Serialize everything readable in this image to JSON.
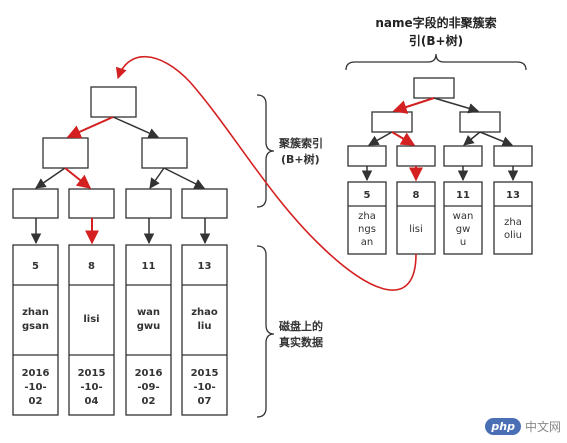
{
  "right_title": [
    "name字段的非聚簇索",
    "引(B+树)"
  ],
  "clustered_label": [
    "聚簇索引",
    "(B+树)"
  ],
  "disk_label": [
    "磁盘上的",
    "真实数据"
  ],
  "left_rows": [
    {
      "id": "5",
      "name": [
        "zhan",
        "gsan"
      ],
      "date": [
        "2016",
        "-10-",
        "02"
      ]
    },
    {
      "id": "8",
      "name": [
        "lisi"
      ],
      "date": [
        "2015",
        "-10-",
        "04"
      ]
    },
    {
      "id": "11",
      "name": [
        "wan",
        "gwu"
      ],
      "date": [
        "2016",
        "-09-",
        "02"
      ]
    },
    {
      "id": "13",
      "name": [
        "zhao",
        "liu"
      ],
      "date": [
        "2015",
        "-10-",
        "07"
      ]
    }
  ],
  "right_rows": [
    {
      "id": "5",
      "name": [
        "zha",
        "ngs",
        "an"
      ]
    },
    {
      "id": "8",
      "name": [
        "lisi"
      ]
    },
    {
      "id": "11",
      "name": [
        "wan",
        "gw",
        "u"
      ]
    },
    {
      "id": "13",
      "name": [
        "zha",
        "oliu"
      ]
    }
  ],
  "watermark": {
    "logo": "php",
    "text": "中文网"
  },
  "colors": {
    "red": "#d42020",
    "dark": "#333333"
  }
}
